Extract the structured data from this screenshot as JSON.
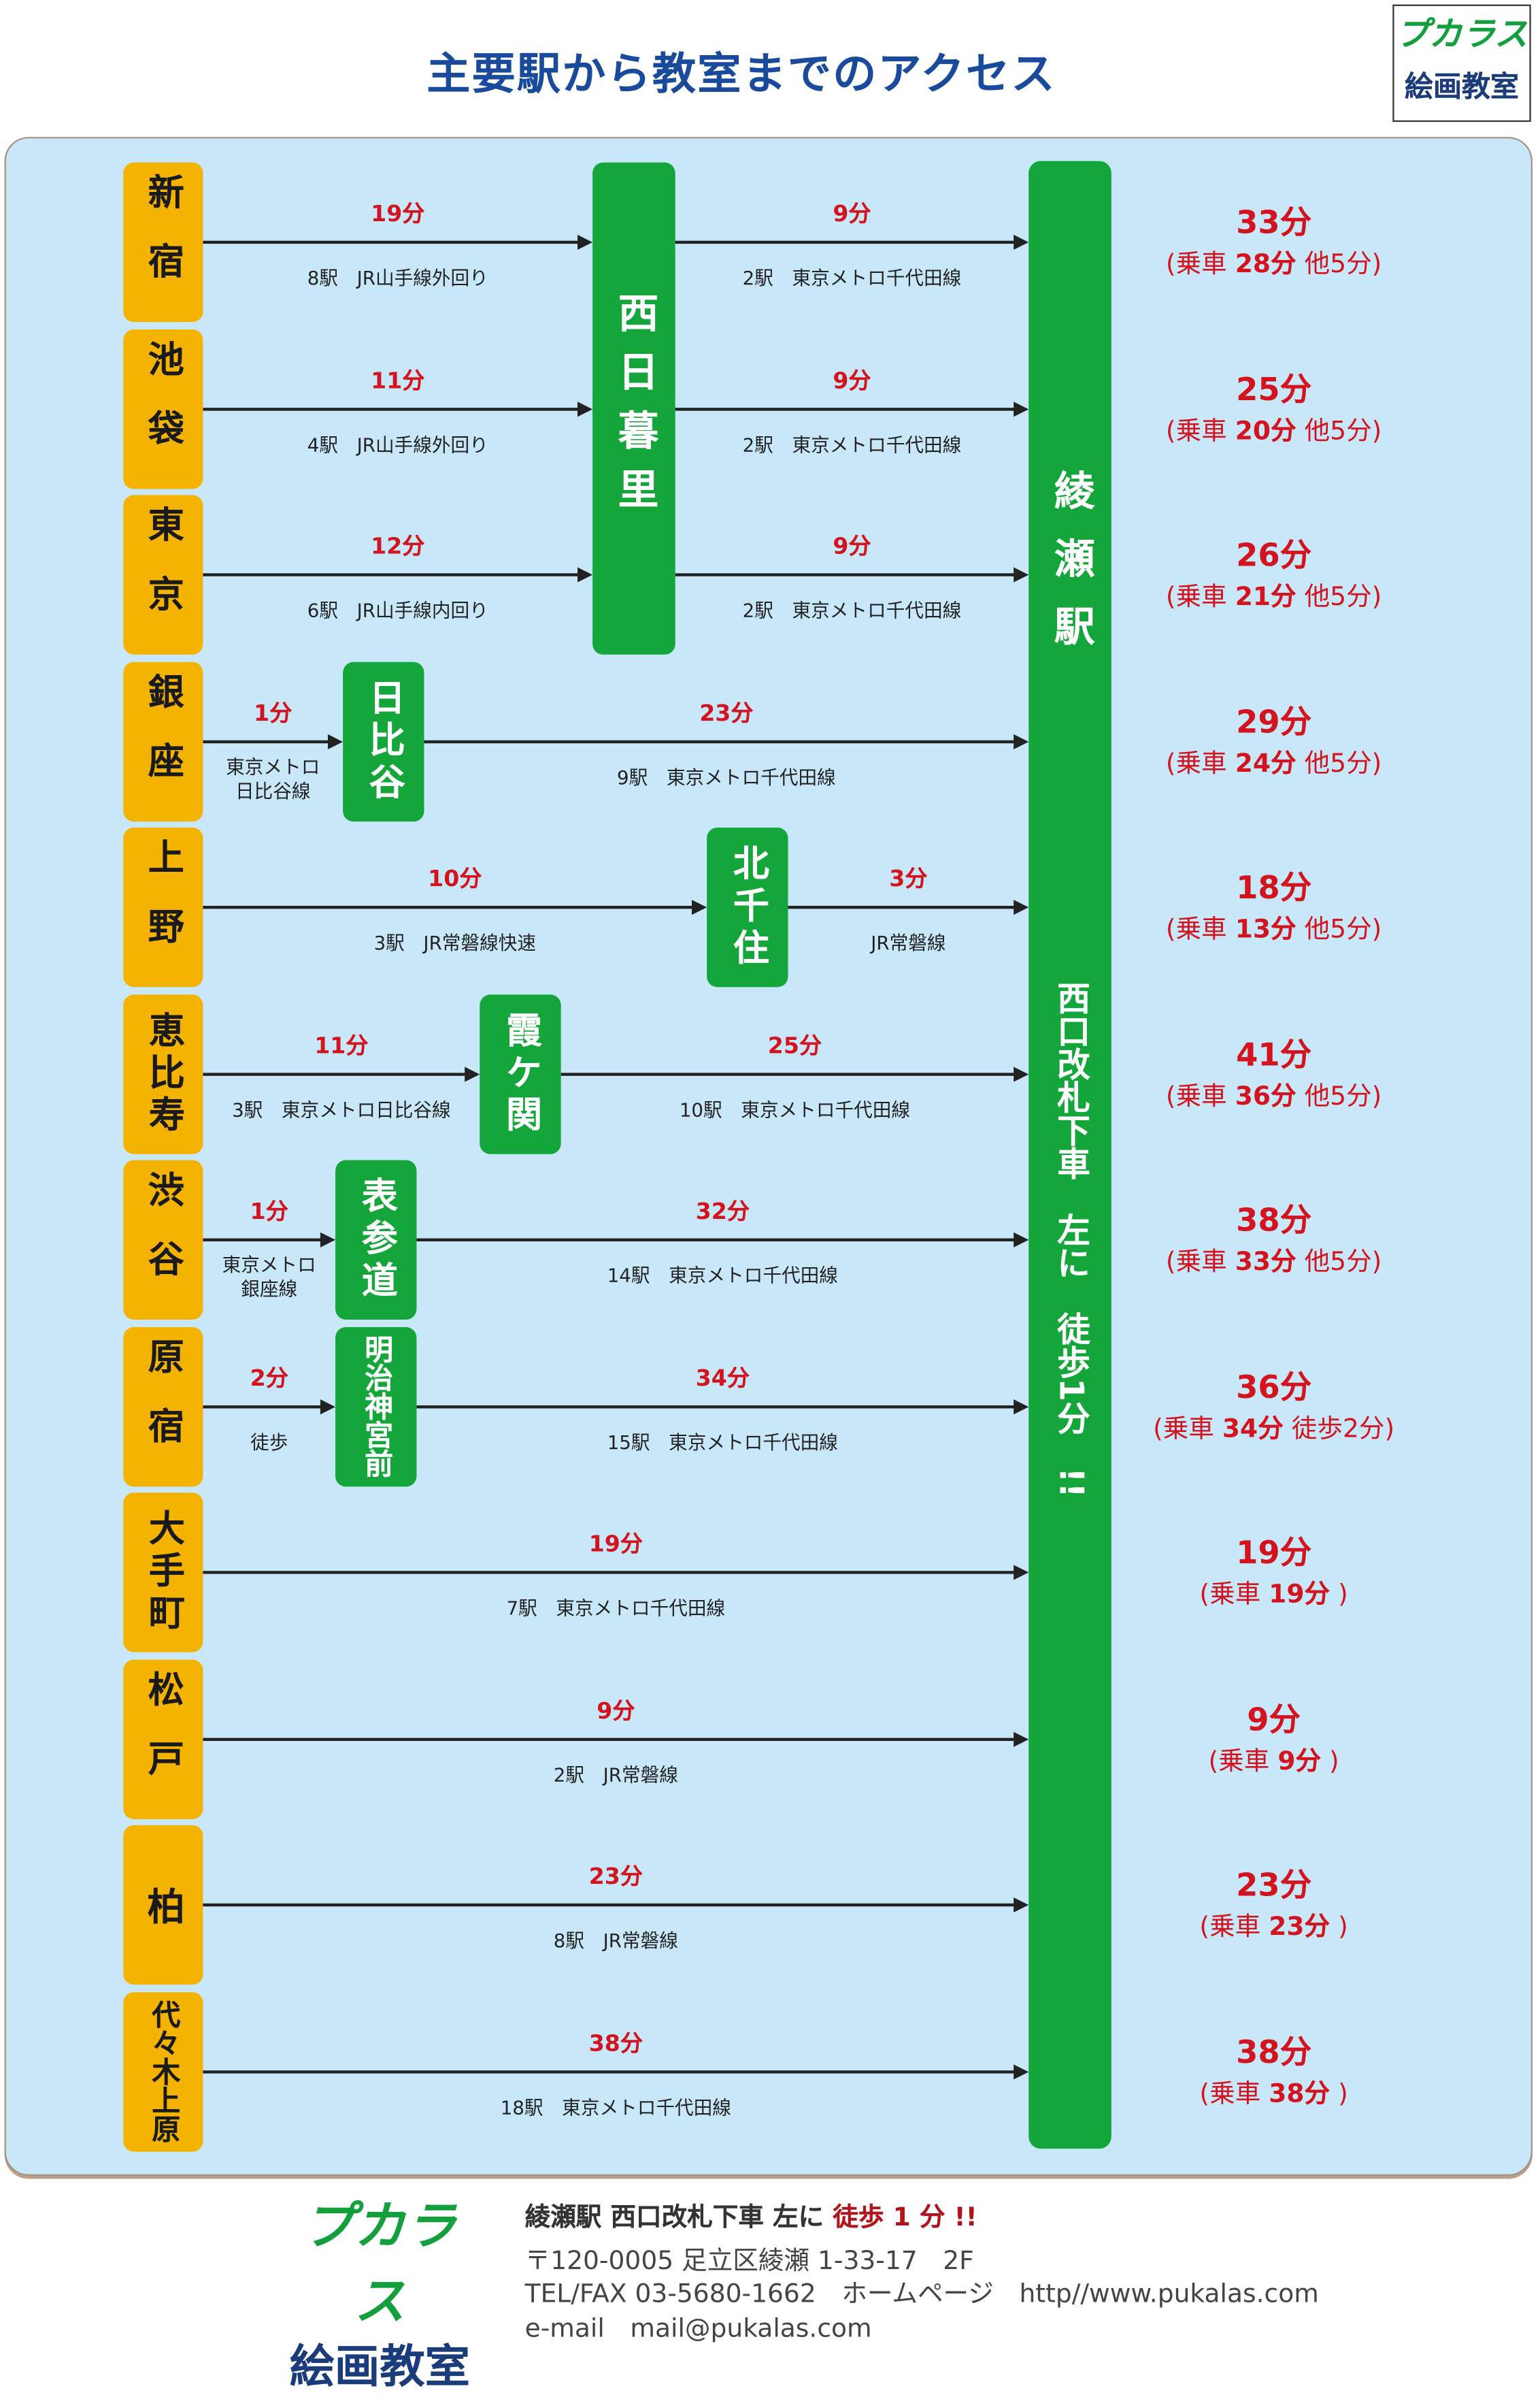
{
  "title": "主要駅から教室までのアクセス",
  "logo": {
    "mark": "プカラス",
    "name": "絵画教室"
  },
  "destination": {
    "name": "綾瀬駅",
    "instruction": "西口改札下車　左に　徒歩1分　!!"
  },
  "colors": {
    "green": "#14a63a",
    "orange": "#f5b301",
    "red": "#d3141e",
    "panel": "#c8e8f9",
    "title": "#1a4a9c"
  },
  "transfer_stations": [
    "西日暮里",
    "日比谷",
    "北千住",
    "霞ケ関",
    "表参道",
    "明治神宮前"
  ],
  "routes": [
    {
      "origin": "新宿",
      "segments": [
        {
          "time": "19分",
          "detail": "8駅　JR山手線外回り"
        },
        {
          "time": "9分",
          "detail": "2駅　東京メトロ千代田線"
        }
      ],
      "total": "33分",
      "ride_label": "乗車",
      "ride": "28分",
      "extra": "他5分"
    },
    {
      "origin": "池袋",
      "segments": [
        {
          "time": "11分",
          "detail": "4駅　JR山手線外回り"
        },
        {
          "time": "9分",
          "detail": "2駅　東京メトロ千代田線"
        }
      ],
      "total": "25分",
      "ride_label": "乗車",
      "ride": "20分",
      "extra": "他5分"
    },
    {
      "origin": "東京",
      "segments": [
        {
          "time": "12分",
          "detail": "6駅　JR山手線内回り"
        },
        {
          "time": "9分",
          "detail": "2駅　東京メトロ千代田線"
        }
      ],
      "total": "26分",
      "ride_label": "乗車",
      "ride": "21分",
      "extra": "他5分"
    },
    {
      "origin": "銀座",
      "segments": [
        {
          "time": "1分",
          "detail": "東京メトロ\n日比谷線"
        },
        {
          "time": "23分",
          "detail": "9駅　東京メトロ千代田線"
        }
      ],
      "total": "29分",
      "ride_label": "乗車",
      "ride": "24分",
      "extra": "他5分"
    },
    {
      "origin": "上野",
      "segments": [
        {
          "time": "10分",
          "detail": "3駅　JR常磐線快速"
        },
        {
          "time": "3分",
          "detail": "JR常磐線"
        }
      ],
      "total": "18分",
      "ride_label": "乗車",
      "ride": "13分",
      "extra": "他5分"
    },
    {
      "origin": "恵比寿",
      "segments": [
        {
          "time": "11分",
          "detail": "3駅　東京メトロ日比谷線"
        },
        {
          "time": "25分",
          "detail": "10駅　東京メトロ千代田線"
        }
      ],
      "total": "41分",
      "ride_label": "乗車",
      "ride": "36分",
      "extra": "他5分"
    },
    {
      "origin": "渋谷",
      "segments": [
        {
          "time": "1分",
          "detail": "東京メトロ\n銀座線"
        },
        {
          "time": "32分",
          "detail": "14駅　東京メトロ千代田線"
        }
      ],
      "total": "38分",
      "ride_label": "乗車",
      "ride": "33分",
      "extra": "他5分"
    },
    {
      "origin": "原宿",
      "segments": [
        {
          "time": "2分",
          "detail": "徒歩"
        },
        {
          "time": "34分",
          "detail": "15駅　東京メトロ千代田線"
        }
      ],
      "total": "36分",
      "ride_label": "乗車",
      "ride": "34分",
      "extra": "徒歩2分"
    },
    {
      "origin": "大手町",
      "segments": [
        {
          "time": "19分",
          "detail": "7駅　東京メトロ千代田線"
        }
      ],
      "total": "19分",
      "ride_label": "乗車",
      "ride": "19分",
      "extra": ""
    },
    {
      "origin": "松戸",
      "segments": [
        {
          "time": "9分",
          "detail": "2駅　JR常磐線"
        }
      ],
      "total": "9分",
      "ride_label": "乗車",
      "ride": "9分",
      "extra": ""
    },
    {
      "origin": "柏",
      "segments": [
        {
          "time": "23分",
          "detail": "8駅　JR常磐線"
        }
      ],
      "total": "23分",
      "ride_label": "乗車",
      "ride": "23分",
      "extra": ""
    },
    {
      "origin": "代々木上原",
      "segments": [
        {
          "time": "38分",
          "detail": "18駅　東京メトロ千代田線"
        }
      ],
      "total": "38分",
      "ride_label": "乗車",
      "ride": "38分",
      "extra": ""
    }
  ],
  "footer": {
    "access_prefix": "綾瀬駅 西口改札下車 左に",
    "access_highlight": "徒歩 1 分 !!",
    "address": "〒120-0005 足立区綾瀬 1-33-17　2F",
    "contact": "TEL/FAX 03-5680-1662　ホームページ　http//www.pukalas.com",
    "email": "e-mail　mail@pukalas.com"
  }
}
